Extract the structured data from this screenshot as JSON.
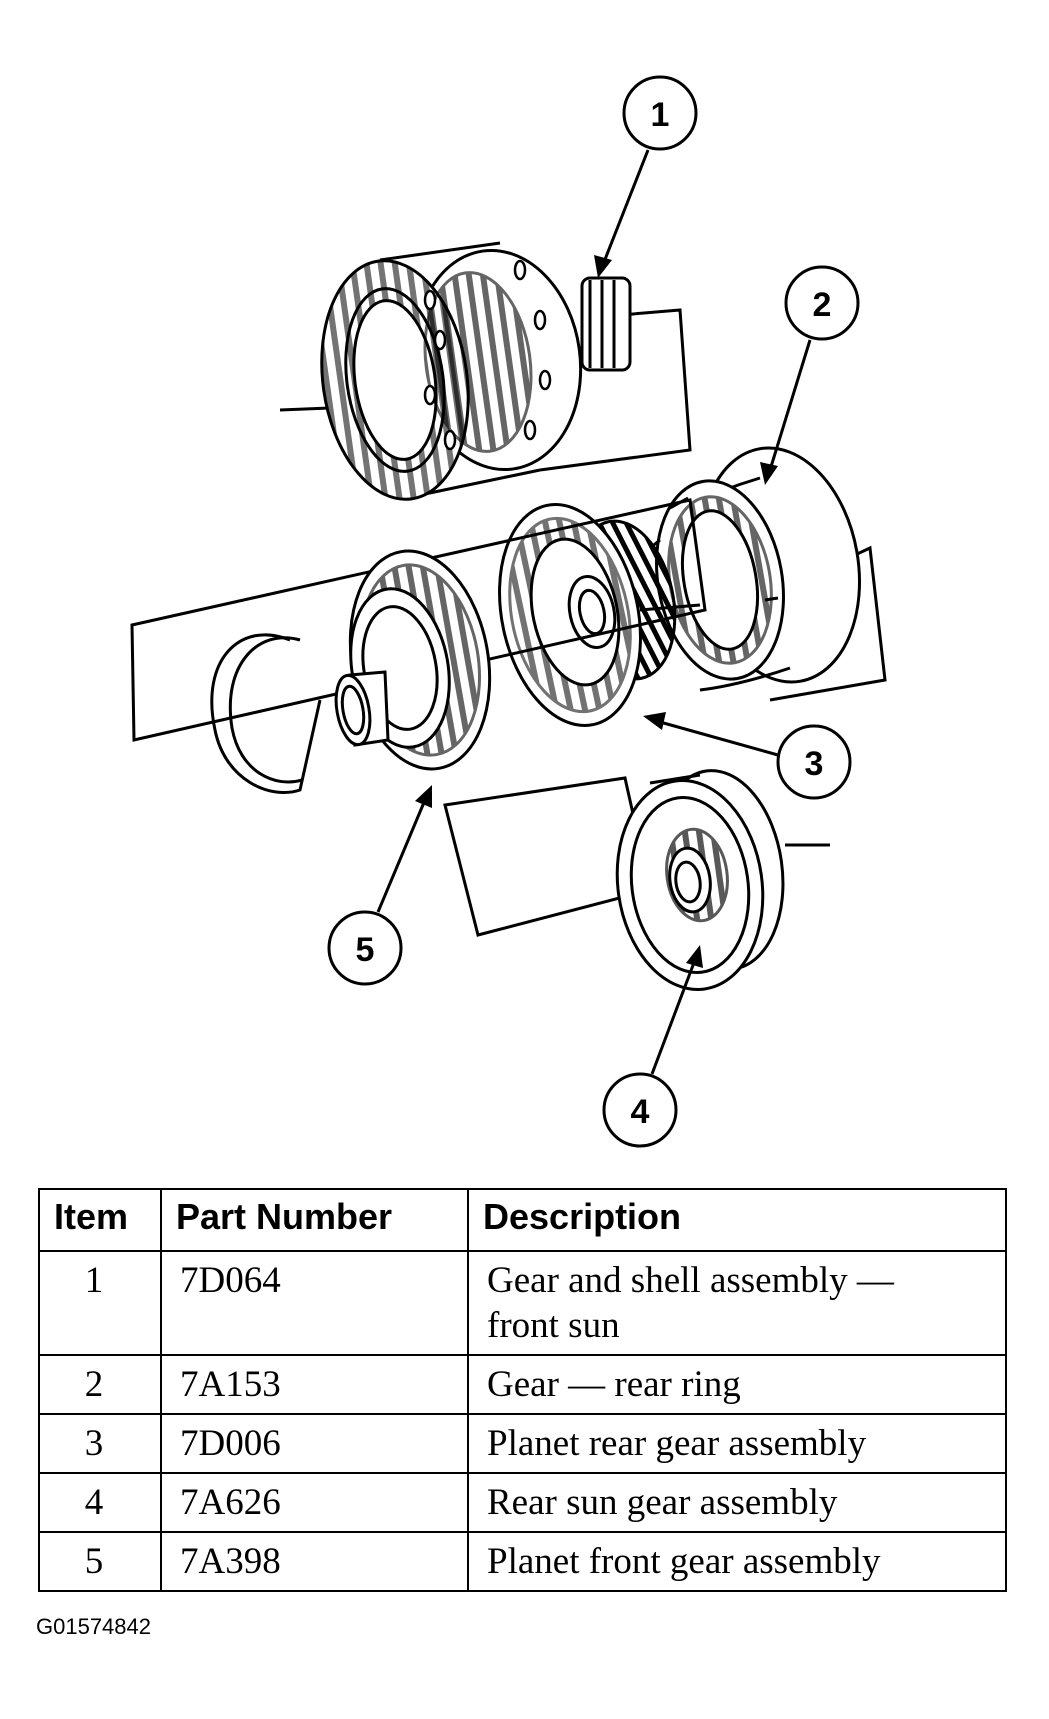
{
  "callouts": [
    "1",
    "2",
    "3",
    "4",
    "5"
  ],
  "table": {
    "headers": [
      "Item",
      "Part Number",
      "Description"
    ],
    "rows": [
      {
        "item": "1",
        "part": "7D064",
        "desc_lines": [
          "Gear and shell assembly —",
          "front sun"
        ]
      },
      {
        "item": "2",
        "part": "7A153",
        "desc_lines": [
          "Gear — rear ring"
        ]
      },
      {
        "item": "3",
        "part": "7D006",
        "desc_lines": [
          "Planet rear gear assembly"
        ]
      },
      {
        "item": "4",
        "part": "7A626",
        "desc_lines": [
          "Rear sun gear assembly"
        ]
      },
      {
        "item": "5",
        "part": "7A398",
        "desc_lines": [
          "Planet front gear assembly"
        ]
      }
    ]
  },
  "figure_code": "G01574842"
}
